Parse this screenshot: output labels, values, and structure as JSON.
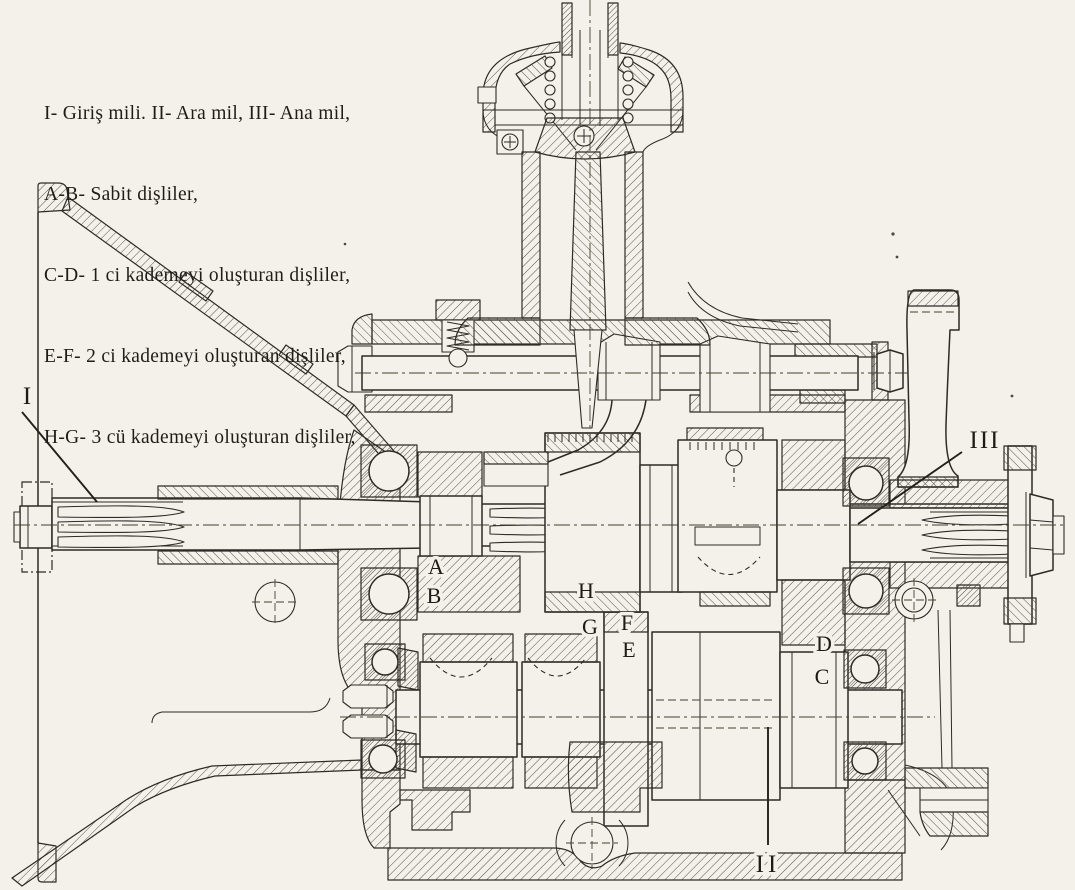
{
  "legend": {
    "lines": [
      "I- Giriş mili. II- Ara mil, III- Ana mil,",
      "A-B- Sabit dişliler,",
      "C-D- 1 ci kademeyi oluşturan dişliler,",
      "E-F- 2 ci kademeyi oluşturan dişliler,",
      "H-G- 3 cü kademeyi oluşturan dişliler,"
    ]
  },
  "labels": {
    "input_shaft": "I",
    "intermediate_shaft": "II",
    "main_shaft": "III",
    "gear_a": "A",
    "gear_b": "B",
    "gear_c": "C",
    "gear_d": "D",
    "gear_e": "E",
    "gear_f": "F",
    "gear_g": "G",
    "gear_h": "H"
  },
  "colors": {
    "paper": "#f3f1ea",
    "ink": "#2e2b26"
  }
}
